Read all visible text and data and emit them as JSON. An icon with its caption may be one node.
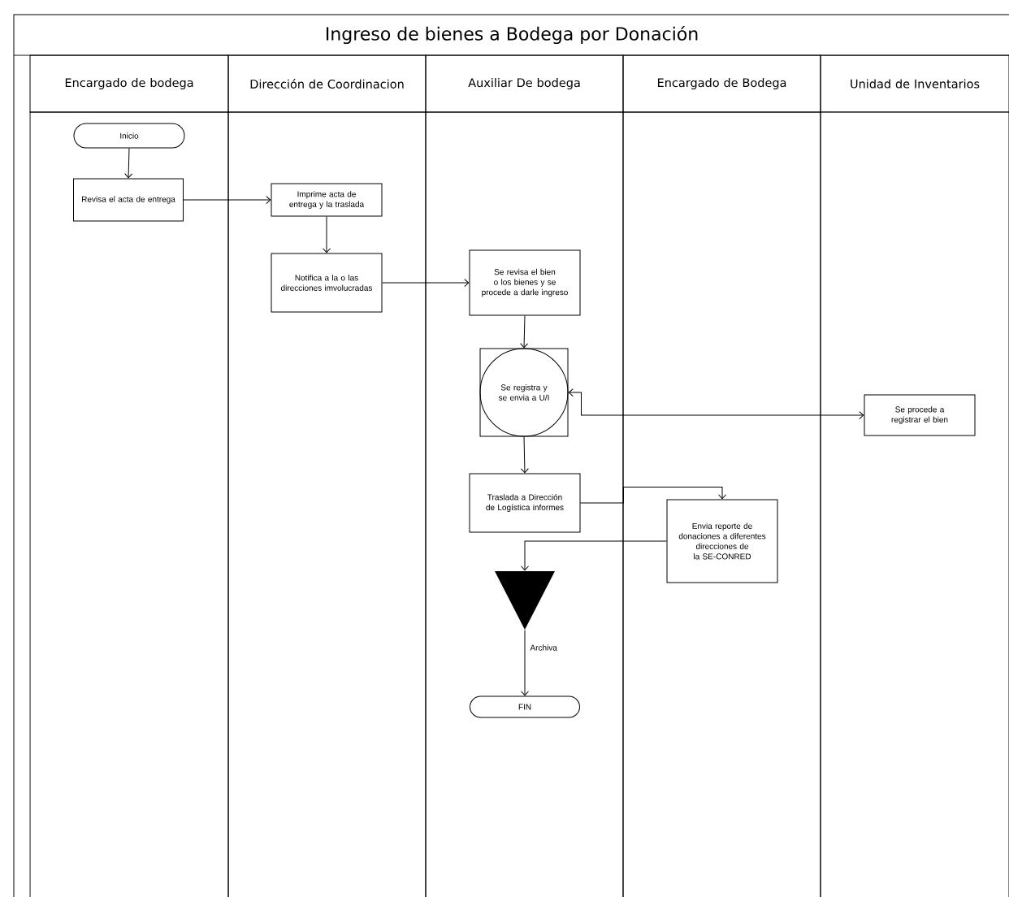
{
  "diagram": {
    "title": "Ingreso de bienes a Bodega por Donación",
    "nodes": [
      {
        "text": [
          "Encargado de bodega"
        ]
      },
      {
        "text": [
          "Dirección de Coordinacion"
        ]
      },
      {
        "text": [
          "Auxiliar De bodega"
        ]
      },
      {
        "text": [
          "Encargado de Bodega"
        ]
      },
      {
        "text": [
          "Unidad de Inventarios"
        ]
      },
      {
        "text": [
          "Inicio"
        ],
        "in": 0
      },
      {
        "text": [
          "Revisa el acta de entrega"
        ],
        "in": 0
      },
      {
        "text": [
          "Imprime acta de entrega y la traslada"
        ],
        "in": 1
      },
      {
        "text": [
          "Notifica a la o las direcciones imvolucradas"
        ],
        "in": 1
      },
      {
        "text": [
          "Se revisa el bien o los bienes y se procede a darle ingreso"
        ],
        "in": 2
      },
      {
        "text": [
          "Se registra y se envia a U/I"
        ],
        "in": 2
      },
      {
        "text": [
          "Se procede a registrar el bien"
        ],
        "in": 4
      },
      {
        "text": [
          "Traslada a Dirección de Logística informes"
        ],
        "in": 2
      },
      {
        "text": [
          "Envia reporte de donaciones a diferentes direcciones de la SE-CONRED"
        ],
        "in": 3
      },
      {
        "text": [
          "Archiva"
        ],
        "in": 2
      },
      {
        "text": [
          "FIN"
        ],
        "in": 2
      }
    ],
    "edges": [
      {
        "from": 5,
        "to": 6,
        "arrow": "to"
      },
      {
        "from": 6,
        "to": 7,
        "arrow": "to"
      },
      {
        "from": 7,
        "to": 8,
        "arrow": "to"
      },
      {
        "from": 8,
        "to": 9,
        "arrow": "to"
      },
      {
        "from": 9,
        "to": 10,
        "arrow": "to"
      },
      {
        "from": 10,
        "to": 11,
        "arrow": "both"
      },
      {
        "from": 10,
        "to": 12,
        "arrow": "to"
      },
      {
        "from": 12,
        "to": 13,
        "arrow": "to"
      },
      {
        "from": 13,
        "to": 14,
        "arrow": "to"
      },
      {
        "from": 14,
        "to": 15,
        "arrow": "to"
      }
    ]
  }
}
